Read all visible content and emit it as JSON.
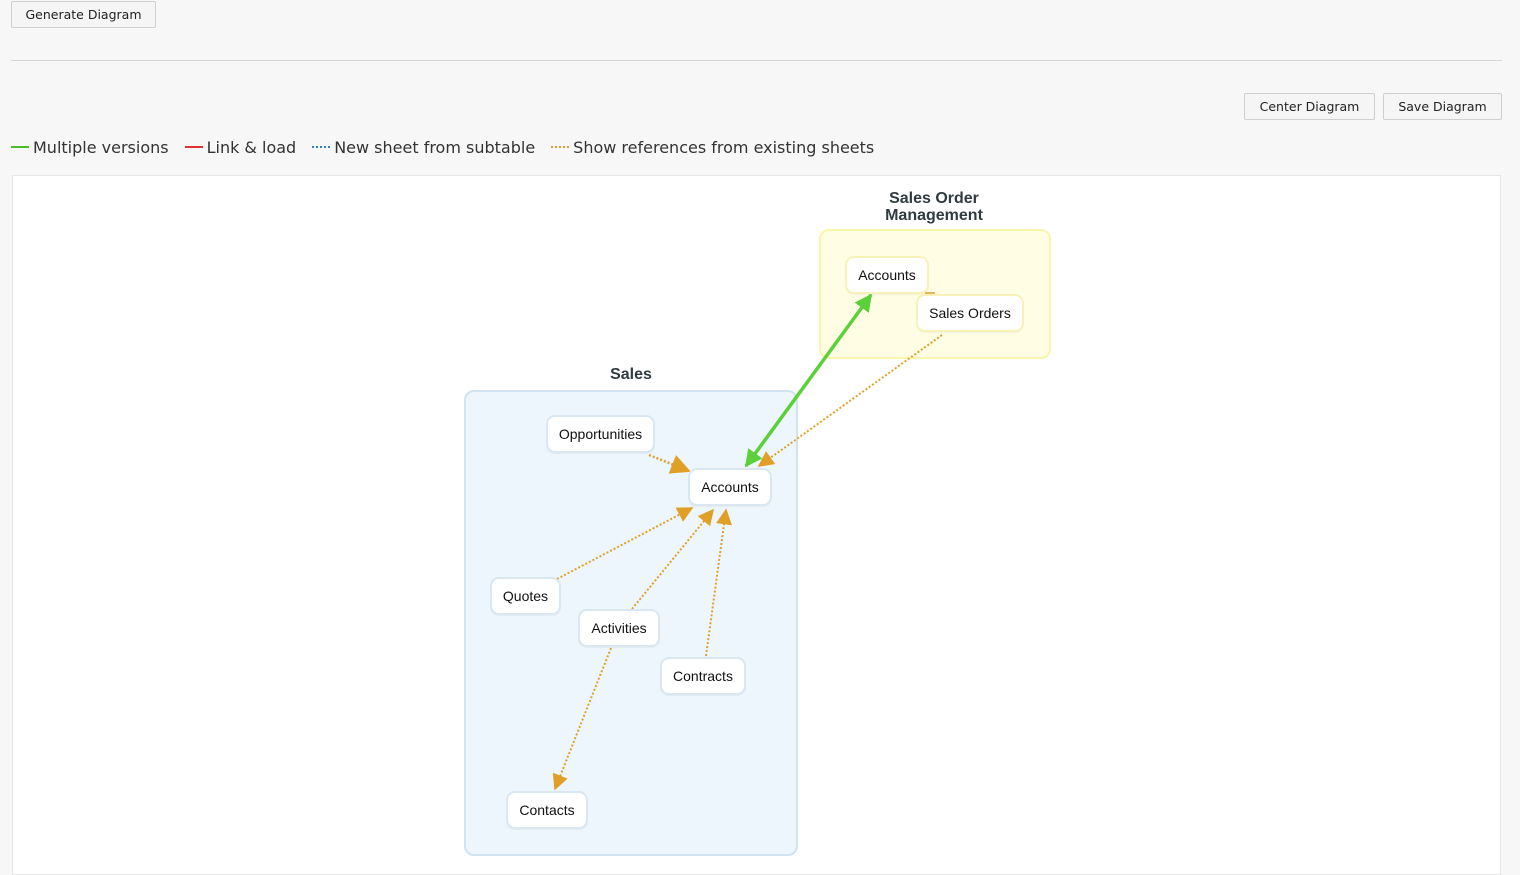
{
  "toolbar": {
    "generate_label": "Generate Diagram",
    "center_label": "Center Diagram",
    "save_label": "Save Diagram"
  },
  "legend": [
    {
      "label": "Multiple versions",
      "style": "solid",
      "color": "#4cbd2a"
    },
    {
      "label": "Link & load",
      "style": "solid",
      "color": "#dd3333"
    },
    {
      "label": "New sheet from subtable",
      "style": "dotted",
      "color": "#2a83c7"
    },
    {
      "label": "Show references from existing sheets",
      "style": "dotted",
      "color": "#e0a028"
    }
  ],
  "diagram": {
    "groups": {
      "sales": {
        "title": "Sales",
        "color": "#eef6fd"
      },
      "som": {
        "title": "Sales Order Management",
        "color": "#fffee5"
      }
    },
    "nodes": {
      "som_accounts": "Accounts",
      "som_sales_orders": "Sales Orders",
      "sales_opportunities": "Opportunities",
      "sales_accounts": "Accounts",
      "sales_quotes": "Quotes",
      "sales_activities": "Activities",
      "sales_contracts": "Contracts",
      "sales_contacts": "Contacts"
    },
    "edges": [
      {
        "from": "Sales / Accounts",
        "to": "Sales Order Management / Accounts",
        "type": "Multiple versions",
        "color": "#4cbd2a"
      },
      {
        "from": "Sales Order Management / Sales Orders",
        "to": "Sales / Accounts",
        "type": "Show references from existing sheets",
        "color": "#e0a028"
      },
      {
        "from": "Opportunities",
        "to": "Accounts",
        "type": "Show references from existing sheets"
      },
      {
        "from": "Quotes",
        "to": "Accounts",
        "type": "Show references from existing sheets"
      },
      {
        "from": "Activities",
        "to": "Accounts",
        "type": "Show references from existing sheets"
      },
      {
        "from": "Contracts",
        "to": "Accounts",
        "type": "Show references from existing sheets"
      },
      {
        "from": "Activities",
        "to": "Contacts",
        "type": "Show references from existing sheets"
      }
    ]
  }
}
